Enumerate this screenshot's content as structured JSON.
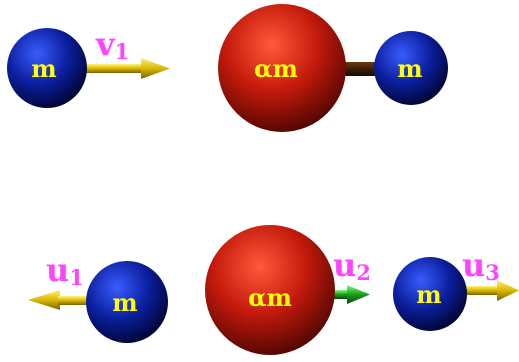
{
  "colors": {
    "light_ball": "#0b1f9e",
    "heavy_ball": "#c41a0c",
    "ball_label": "#ffff00",
    "vector_label": "#ff44ff",
    "arrow_gold": "#d9b800",
    "arrow_green": "#1a9e1a",
    "rod": "#3a1e08"
  },
  "before": {
    "incoming_ball": {
      "label": "m"
    },
    "incoming_velocity": {
      "symbol": "v",
      "subscript": "1"
    },
    "heavy_ball": {
      "label": "αm"
    },
    "bound_ball": {
      "label": "m"
    }
  },
  "after": {
    "ball_one": {
      "label": "m"
    },
    "ball_one_velocity": {
      "symbol": "u",
      "subscript": "1"
    },
    "heavy_ball": {
      "label": "αm"
    },
    "heavy_ball_velocity": {
      "symbol": "u",
      "subscript": "2"
    },
    "ball_three": {
      "label": "m"
    },
    "ball_three_velocity": {
      "symbol": "u",
      "subscript": "3"
    }
  }
}
